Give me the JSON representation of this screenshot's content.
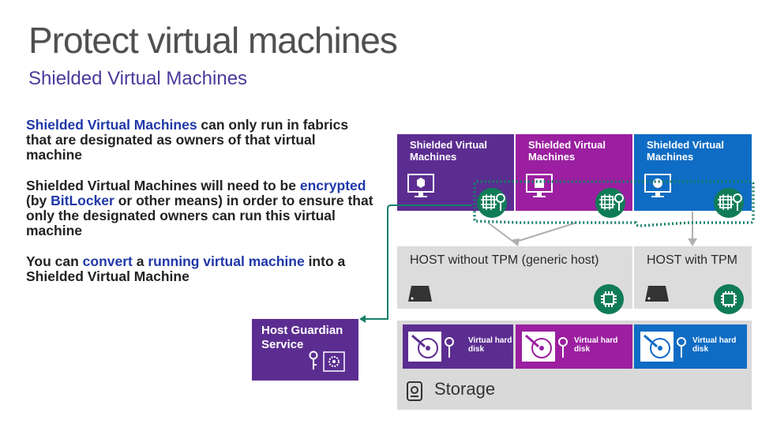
{
  "header": {
    "title": "Protect virtual machines",
    "subtitle": "Shielded Virtual Machines"
  },
  "bullets": [
    {
      "parts": [
        {
          "text": "Shielded Virtual Machines",
          "hl": true
        },
        {
          "text": " can only run in fabrics that are designated as owners of that virtual machine",
          "hl": false
        }
      ]
    },
    {
      "parts": [
        {
          "text": "Shielded Virtual Machines will need to be ",
          "hl": false
        },
        {
          "text": "encrypted",
          "hl": true
        },
        {
          "text": " (by ",
          "hl": false
        },
        {
          "text": "BitLocker",
          "hl": true
        },
        {
          "text": " or other means) in order to ensure that only the designated owners can run this virtual machine",
          "hl": false
        }
      ]
    },
    {
      "parts": [
        {
          "text": "You can ",
          "hl": false
        },
        {
          "text": "convert",
          "hl": true
        },
        {
          "text": " a ",
          "hl": false
        },
        {
          "text": "running virtual machine",
          "hl": true
        },
        {
          "text": " into a Shielded Virtual Machine",
          "hl": false
        }
      ]
    }
  ],
  "vm_tiles": [
    {
      "label": "Shielded Virtual Machines",
      "color": "#5c2d91"
    },
    {
      "label": "Shielded Virtual Machines",
      "color": "#9b1fa0"
    },
    {
      "label": "Shielded Virtual Machines",
      "color": "#0f6cc4"
    }
  ],
  "hosts": {
    "generic": "HOST without TPM (generic host)",
    "tpm": "HOST with TPM"
  },
  "disks": [
    {
      "label": "Virtual hard disk",
      "color": "#5c2d91"
    },
    {
      "label": "Virtual hard disk",
      "color": "#9b1fa0"
    },
    {
      "label": "Virtual hard disk",
      "color": "#0f6cc4"
    }
  ],
  "storage_label": "Storage",
  "hgs_label": "Host Guardian Service",
  "colors": {
    "hgs": "#5c2d91",
    "chip_badge": "#107c57",
    "dotted_line": "#17806a",
    "arrow": "#b0b0b0",
    "highlight_text": "#1f38a8"
  }
}
